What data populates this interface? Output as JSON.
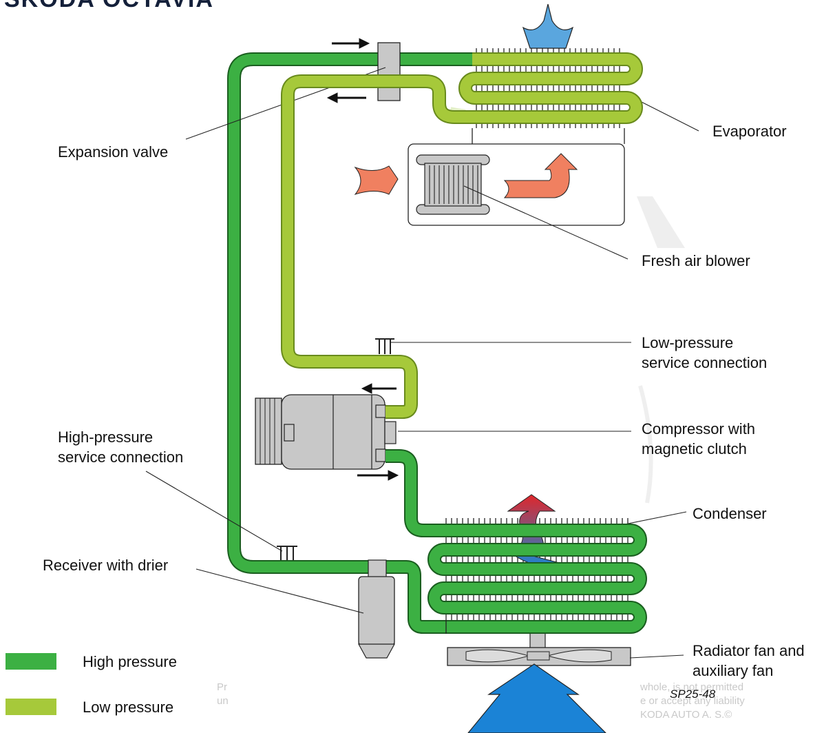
{
  "header": {
    "brand_text": "ŠKODA OCTAVIA"
  },
  "colors": {
    "high_pressure": "#3cb043",
    "low_pressure": "#a6c93a",
    "liquid_stripe": "#d9ecc9",
    "air_in_warm": "#f08060",
    "air_out_cold": "#5aa6de",
    "air_ambient": "#1b83d6",
    "component_gray": "#c8c8c8"
  },
  "labels": {
    "expansion_valve": "Expansion valve",
    "evaporator": "Evaporator",
    "fresh_air_blower": "Fresh air blower",
    "low_pressure_service": [
      "Low-pressure",
      "service connection"
    ],
    "compressor": [
      "Compressor with",
      "magnetic clutch"
    ],
    "high_pressure_service": [
      "High-pressure",
      "service connection"
    ],
    "condenser": "Condenser",
    "receiver": "Receiver with drier",
    "radiator_fan": [
      "Radiator fan and",
      "auxiliary fan"
    ]
  },
  "legend": {
    "high": {
      "label": "High pressure",
      "color_key": "high_pressure"
    },
    "low": {
      "label": "Low pressure",
      "color_key": "low_pressure"
    }
  },
  "figure_id": "SP25-48",
  "watermark_fragments": {
    "left_line1": "Pr",
    "left_line2": "un",
    "right_line1": "whole, is not permitted",
    "right_line2": "e or accept any liability",
    "right_line3": "KODA AUTO A. S.",
    "right_symbol": "©"
  }
}
